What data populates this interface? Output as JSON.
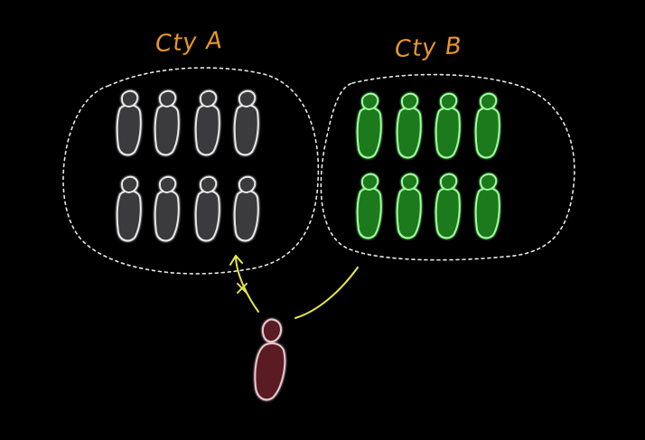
{
  "labels": {
    "city_a": "Cty A",
    "city_b": "Cty B"
  },
  "groups": {
    "city_a": {
      "people_count": 8,
      "fill": "#3A3A3C",
      "stroke": "#E8E8E8"
    },
    "city_b": {
      "people_count": 8,
      "fill": "#1E7A1E",
      "stroke": "#9CFF9C"
    }
  },
  "colors": {
    "background": "#000000",
    "label": "#E8962A",
    "boundary": "#E8E8E8",
    "arrow": "#E6E84A",
    "traveler_fill": "#5A1A22",
    "traveler_stroke": "#E8C8D0"
  },
  "annotations": {
    "blocked_mark": "×"
  }
}
